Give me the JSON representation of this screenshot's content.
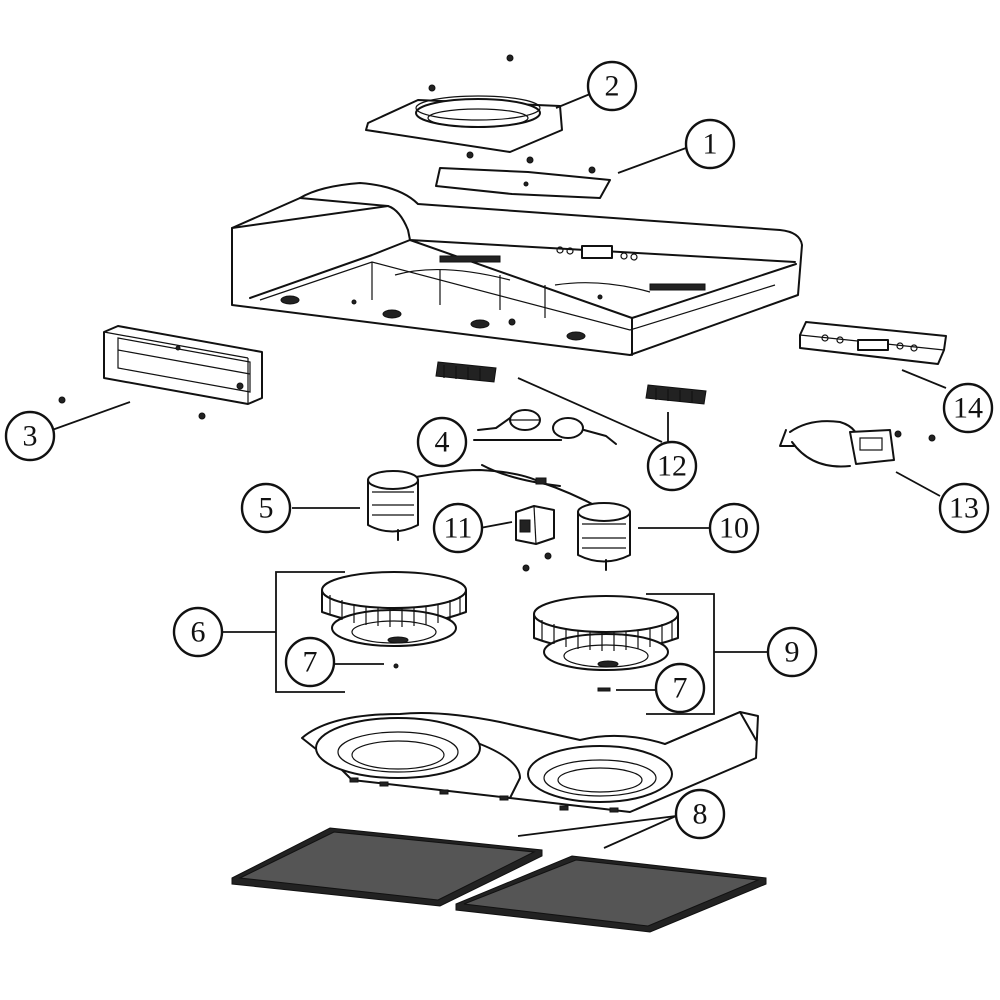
{
  "callouts": [
    {
      "label": "1"
    },
    {
      "label": "2"
    },
    {
      "label": "3"
    },
    {
      "label": "4"
    },
    {
      "label": "5"
    },
    {
      "label": "6"
    },
    {
      "label": "7"
    },
    {
      "label": "7"
    },
    {
      "label": "8"
    },
    {
      "label": "9"
    },
    {
      "label": "10"
    },
    {
      "label": "11"
    },
    {
      "label": "12"
    },
    {
      "label": "13"
    },
    {
      "label": "14"
    }
  ],
  "colors": {
    "line": "#111111",
    "background": "#ffffff"
  }
}
